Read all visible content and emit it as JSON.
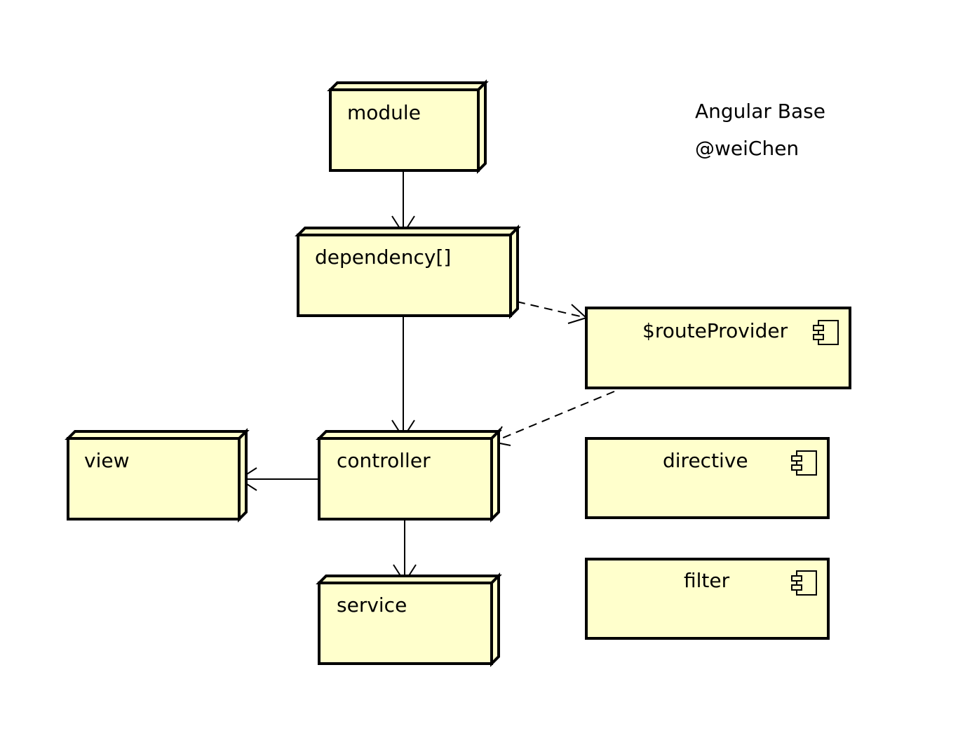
{
  "header": {
    "title": "Angular Base",
    "author": "@weiChen"
  },
  "nodes": {
    "module": "module",
    "dependency": "dependency[]",
    "view": "view",
    "controller": "controller",
    "service": "service"
  },
  "components": {
    "routeProvider": "$routeProvider",
    "directive": "directive",
    "filter": "filter"
  },
  "colors": {
    "fill": "#ffffcc",
    "stroke": "#000000"
  },
  "icons": {
    "component": "component-icon"
  }
}
